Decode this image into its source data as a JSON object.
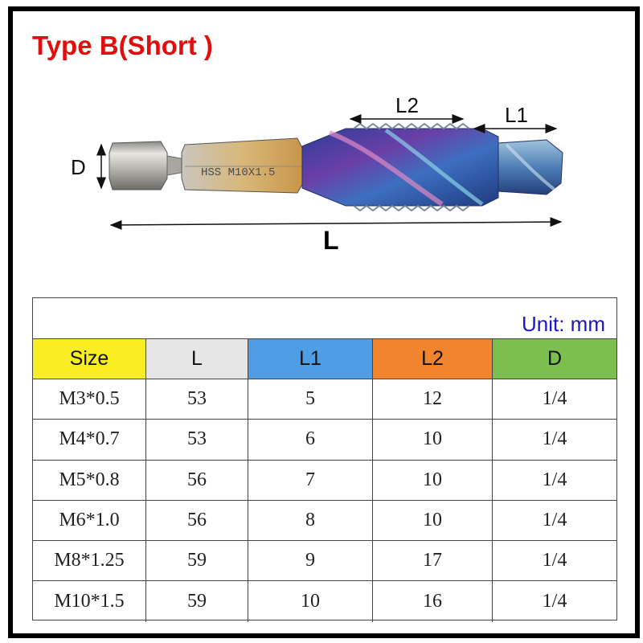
{
  "title": "Type B(Short )",
  "drill": {
    "engraving": "HSS M10X1.5",
    "labels": {
      "d": "D",
      "l": "L",
      "l1": "L1",
      "l2": "L2"
    }
  },
  "table": {
    "unit": "Unit: mm",
    "headers": [
      "Size",
      "L",
      "L1",
      "L2",
      "D"
    ],
    "header_colors": [
      "#f8ee21",
      "#e6e6e6",
      "#4f9ee5",
      "#f2842e",
      "#7cbf4f"
    ],
    "rows": [
      [
        "M3*0.5",
        "53",
        "5",
        "12",
        "1/4"
      ],
      [
        "M4*0.7",
        "53",
        "6",
        "10",
        "1/4"
      ],
      [
        "M5*0.8",
        "56",
        "7",
        "10",
        "1/4"
      ],
      [
        "M6*1.0",
        "56",
        "8",
        "10",
        "1/4"
      ],
      [
        "M8*1.25",
        "59",
        "9",
        "17",
        "1/4"
      ],
      [
        "M10*1.5",
        "59",
        "10",
        "16",
        "1/4"
      ]
    ]
  },
  "colors": {
    "title": "#e10e0e",
    "unit": "#1b18c8"
  }
}
